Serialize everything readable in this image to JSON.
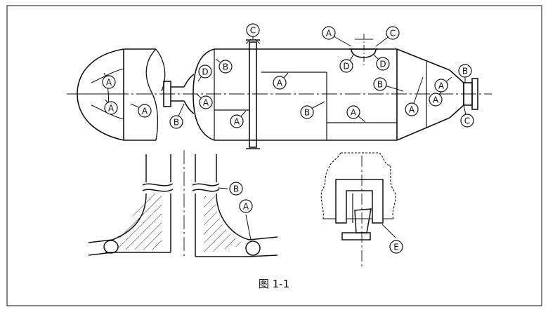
{
  "figure": {
    "caption": "图 1-1"
  },
  "callouts": {
    "A": "A",
    "B": "B",
    "C": "C",
    "D": "D",
    "E": "E"
  },
  "colors": {
    "line": "#111111",
    "frame": "#333333",
    "paper": "#ffffff"
  }
}
